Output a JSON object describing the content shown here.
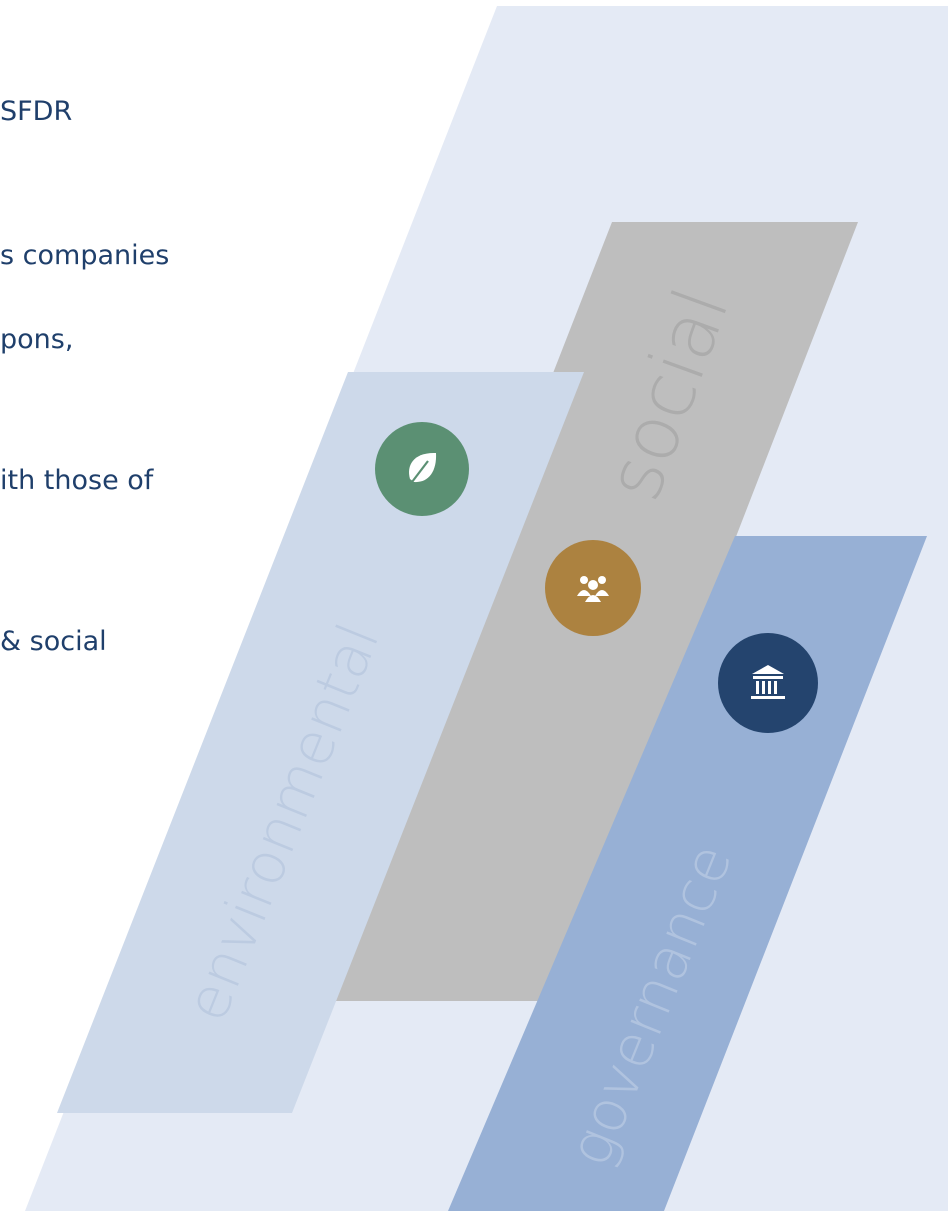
{
  "text_lines": [
    "SFDR",
    "s companies",
    "pons,",
    "ith those of",
    "& social"
  ],
  "pillars": {
    "environmental": {
      "label": "environmental",
      "color": "#cdd9ea",
      "label_color": "#bccbe1",
      "icon": "leaf-icon",
      "icon_color": "#5b9073"
    },
    "social": {
      "label": "social",
      "color": "#bebebe",
      "label_color": "#acacac",
      "icon": "people-icon",
      "icon_color": "#ac8240"
    },
    "governance": {
      "label": "governance",
      "color": "#97b0d5",
      "label_color": "#b0c3df",
      "icon": "institution-icon",
      "icon_color": "#24446e"
    }
  },
  "colors": {
    "background_panel": "#e4eaf5",
    "text": "#1f3f6b"
  }
}
